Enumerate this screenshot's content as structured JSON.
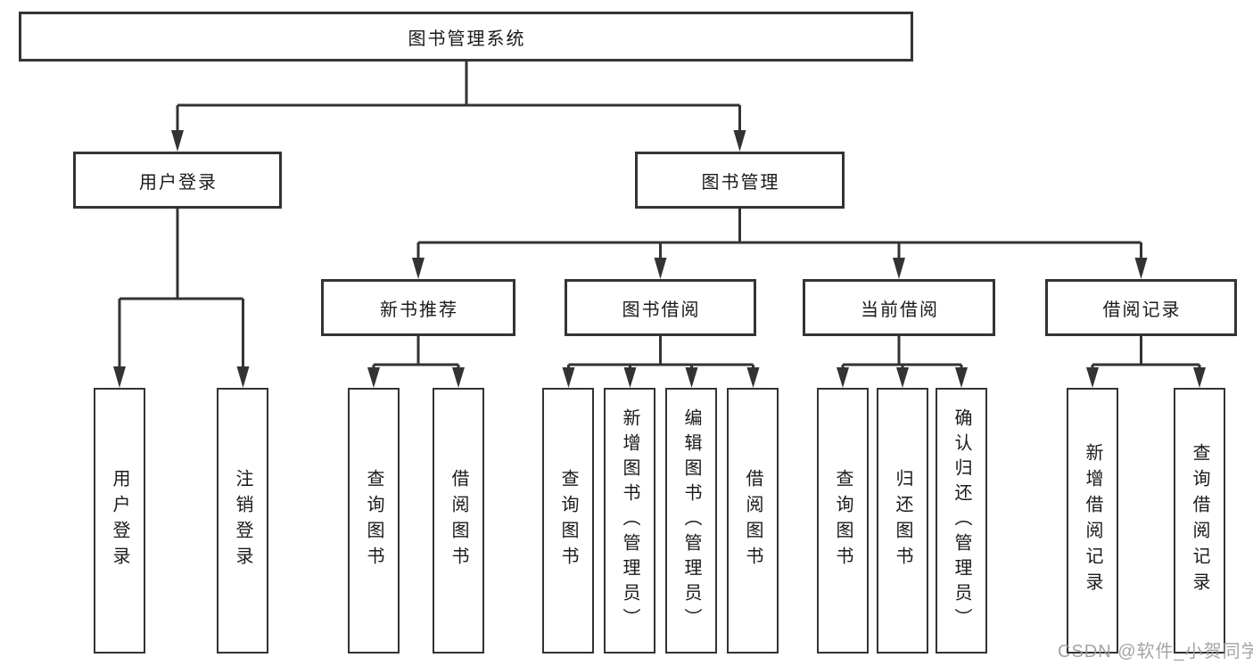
{
  "root": {
    "label": "图书管理系统"
  },
  "level2": {
    "user_login": {
      "label": "用户登录"
    },
    "book_management": {
      "label": "图书管理"
    }
  },
  "level3": {
    "new_book_recommend": {
      "label": "新书推荐"
    },
    "book_borrowing": {
      "label": "图书借阅"
    },
    "current_borrowing": {
      "label": "当前借阅"
    },
    "borrowing_records": {
      "label": "借阅记录"
    }
  },
  "leaves": {
    "user_login": {
      "label": "用户登录"
    },
    "logout": {
      "label": "注销登录"
    },
    "recommend_query_books": {
      "label": "查询图书"
    },
    "recommend_borrow_books": {
      "label": "借阅图书"
    },
    "borrow_query_books": {
      "label": "查询图书"
    },
    "borrow_add_books_admin": {
      "label": "新增图书（管理员）"
    },
    "borrow_edit_books_admin": {
      "label": "编辑图书（管理员）"
    },
    "borrow_borrow_books": {
      "label": "借阅图书"
    },
    "current_query_books": {
      "label": "查询图书"
    },
    "current_return_books": {
      "label": "归还图书"
    },
    "current_confirm_return_admin": {
      "label": "确认归还（管理员）"
    },
    "records_add_borrow_record": {
      "label": "新增借阅记录"
    },
    "records_query_borrow_record": {
      "label": "查询借阅记录"
    }
  },
  "watermark": {
    "label": "CSDN @软件_小贺同学"
  },
  "colors": {
    "line": "#333333",
    "text": "#1a1a1a",
    "watermark_text": "#9b9b9b",
    "background": "#ffffff"
  }
}
